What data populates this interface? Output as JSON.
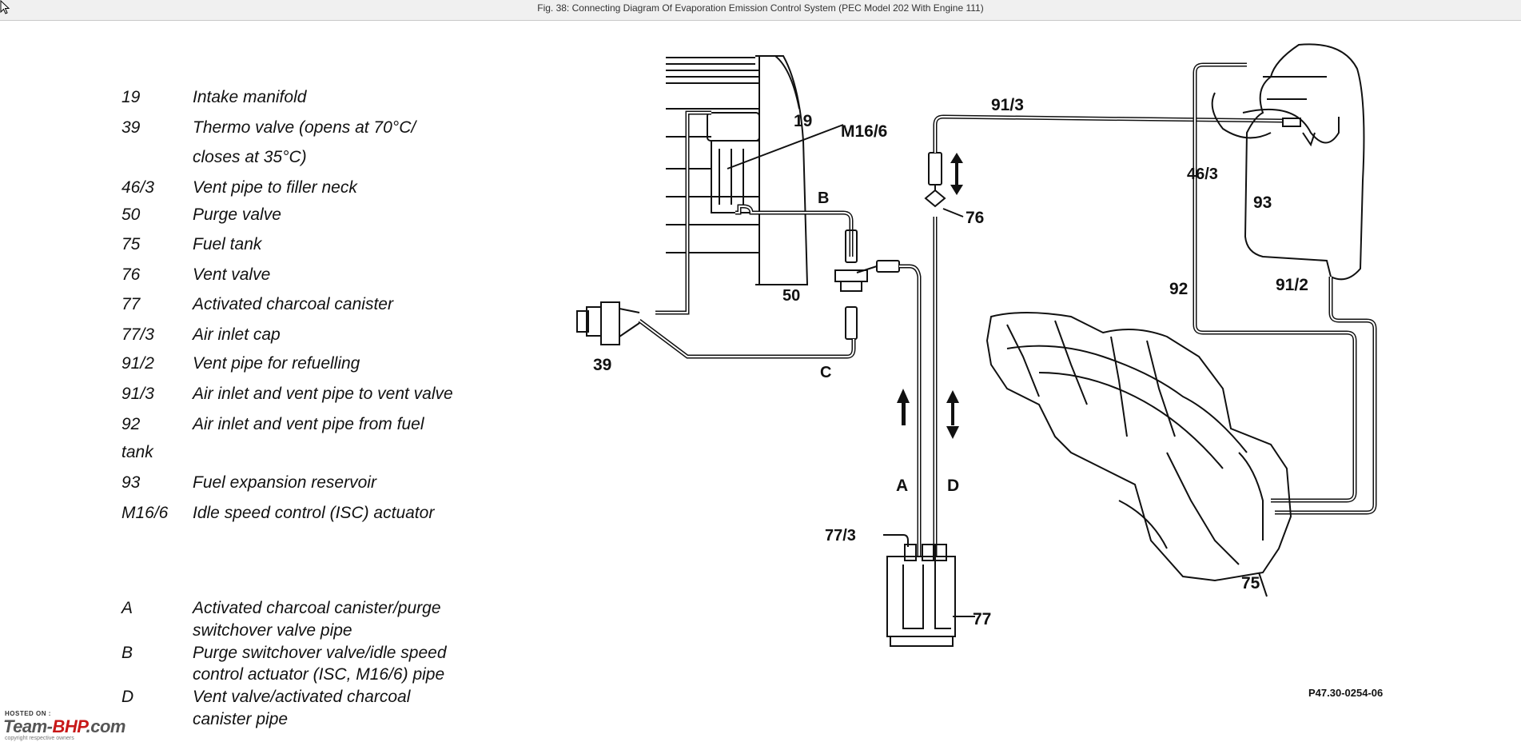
{
  "window": {
    "title": "Fig. 38: Connecting Diagram Of Evaporation Emission Control System (PEC Model 202 With Engine 111)"
  },
  "legend": {
    "items": [
      {
        "code": "19",
        "desc": "Intake manifold"
      },
      {
        "code": "39",
        "desc": "Thermo valve (opens at 70°C/",
        "cont": "closes at 35°C)"
      },
      {
        "code": "46/3",
        "desc": "Vent pipe to filler neck"
      },
      {
        "code": "50",
        "desc": "Purge valve"
      },
      {
        "code": "75",
        "desc": "Fuel tank"
      },
      {
        "code": "76",
        "desc": "Vent valve"
      },
      {
        "code": "77",
        "desc": "Activated charcoal canister"
      },
      {
        "code": "77/3",
        "desc": "Air inlet cap"
      },
      {
        "code": "91/2",
        "desc": "Vent pipe for refuelling"
      },
      {
        "code": "91/3",
        "desc": "Air inlet and vent pipe to vent valve"
      },
      {
        "code": "92",
        "desc": "Air inlet and vent pipe from fuel",
        "cont_left": "tank"
      },
      {
        "code": "93",
        "desc": "Fuel expansion reservoir"
      },
      {
        "code": "M16/6",
        "desc": "Idle speed control (ISC) actuator"
      }
    ],
    "pipes": [
      {
        "code": "A",
        "desc": "Activated charcoal canister/purge",
        "cont": "switchover valve pipe"
      },
      {
        "code": "B",
        "desc": "Purge switchover valve/idle speed",
        "cont": "control actuator (ISC, M16/6) pipe"
      },
      {
        "code": "D",
        "desc": "Vent valve/activated charcoal",
        "cont": "canister pipe"
      }
    ]
  },
  "diagram": {
    "labels": {
      "l19": "19",
      "lM166": "M16/6",
      "lB": "B",
      "l50": "50",
      "l39": "39",
      "lC": "C",
      "lA": "A",
      "lD": "D",
      "l773": "77/3",
      "l77": "77",
      "l913": "91/3",
      "l76": "76",
      "l463": "46/3",
      "l93": "93",
      "l92": "92",
      "l912": "91/2",
      "l75": "75"
    },
    "reference": "P47.30-0254-06"
  },
  "watermark": {
    "hosted": "HOSTED ON :",
    "brand_left": "Team-",
    "brand_right": "BHP",
    "brand_suffix": ".com",
    "copyright": "copyright respective owners"
  }
}
